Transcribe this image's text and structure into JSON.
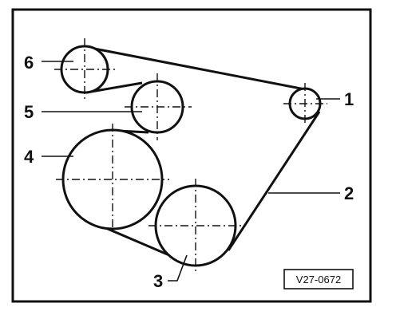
{
  "diagram": {
    "callouts": {
      "c1": "1",
      "c2": "2",
      "c3": "3",
      "c4": "4",
      "c5": "5",
      "c6": "6"
    },
    "figure_code": "V27-0672"
  },
  "colors": {
    "ink": "#111111",
    "background": "#ffffff"
  }
}
